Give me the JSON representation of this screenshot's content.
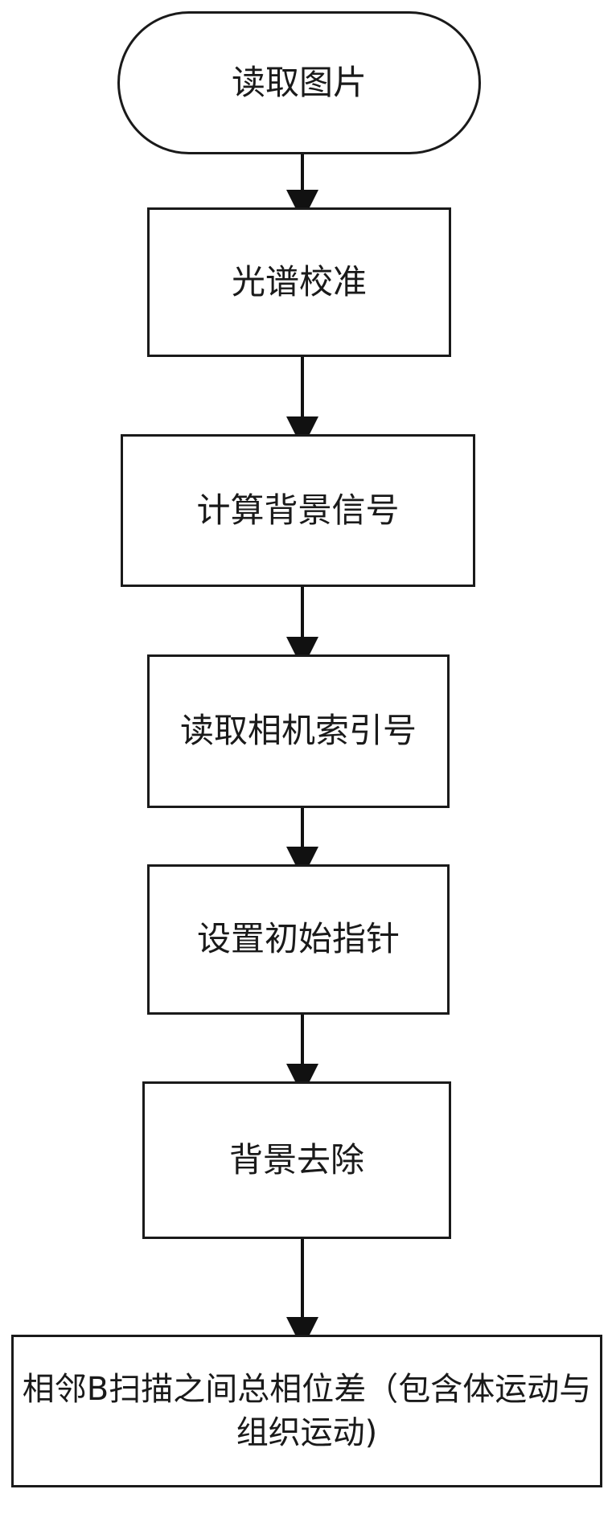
{
  "flowchart": {
    "start": "读取图片",
    "steps": [
      "光谱校准",
      "计算背景信号",
      "读取相机索引号",
      "设置初始指针",
      "背景去除",
      "相邻B扫描之间总相位差（包含体运动与组织运动)"
    ]
  }
}
